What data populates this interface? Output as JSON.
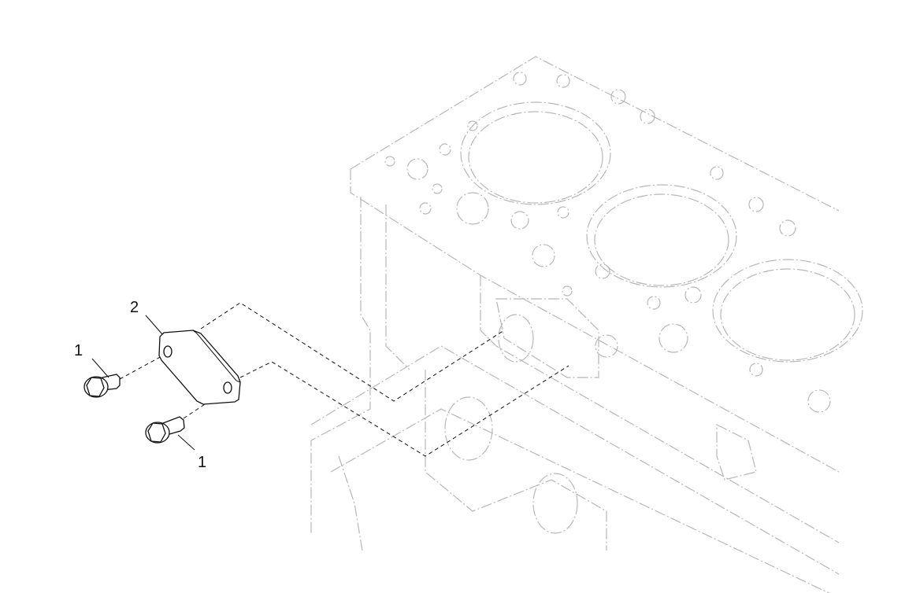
{
  "diagram": {
    "callouts": [
      {
        "label": "1",
        "part": "bolt"
      },
      {
        "label": "2",
        "part": "cover-plate"
      },
      {
        "label": "1",
        "part": "bolt"
      }
    ]
  }
}
